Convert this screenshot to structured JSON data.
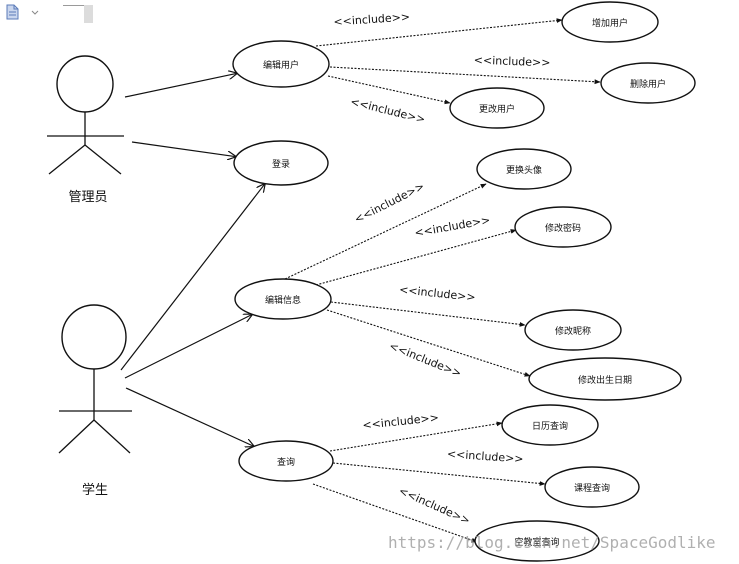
{
  "actors": [
    {
      "id": "admin",
      "label": "管理员"
    },
    {
      "id": "student",
      "label": "学生"
    }
  ],
  "use_cases": [
    {
      "id": "edit-user",
      "label": "编辑用户"
    },
    {
      "id": "add-user",
      "label": "增加用户"
    },
    {
      "id": "delete-user",
      "label": "删除用户"
    },
    {
      "id": "update-user",
      "label": "更改用户"
    },
    {
      "id": "login",
      "label": "登录"
    },
    {
      "id": "edit-info",
      "label": "编辑信息"
    },
    {
      "id": "change-avatar",
      "label": "更换头像"
    },
    {
      "id": "change-password",
      "label": "修改密码"
    },
    {
      "id": "change-nickname",
      "label": "修改昵称"
    },
    {
      "id": "change-birthday",
      "label": "修改出生日期"
    },
    {
      "id": "query",
      "label": "查询"
    },
    {
      "id": "calendar-query",
      "label": "日历查询"
    },
    {
      "id": "course-query",
      "label": "课程查询"
    },
    {
      "id": "classroom-query",
      "label": "空教室查询"
    }
  ],
  "include_label": "<<include>>",
  "associations": [
    {
      "from": "admin",
      "to": "edit-user"
    },
    {
      "from": "admin",
      "to": "login"
    },
    {
      "from": "student",
      "to": "login"
    },
    {
      "from": "student",
      "to": "edit-info"
    },
    {
      "from": "student",
      "to": "query"
    }
  ],
  "includes": [
    {
      "from": "edit-user",
      "to": "add-user"
    },
    {
      "from": "edit-user",
      "to": "delete-user"
    },
    {
      "from": "edit-user",
      "to": "update-user"
    },
    {
      "from": "edit-info",
      "to": "change-avatar"
    },
    {
      "from": "edit-info",
      "to": "change-password"
    },
    {
      "from": "edit-info",
      "to": "change-nickname"
    },
    {
      "from": "edit-info",
      "to": "change-birthday"
    },
    {
      "from": "query",
      "to": "calendar-query"
    },
    {
      "from": "query",
      "to": "course-query"
    },
    {
      "from": "query",
      "to": "classroom-query"
    }
  ],
  "watermark": "https://blog.csdn.net/SpaceGodlike",
  "colors": {
    "stroke": "#111111",
    "background": "#ffffff",
    "icon": "#5b7bb8"
  }
}
